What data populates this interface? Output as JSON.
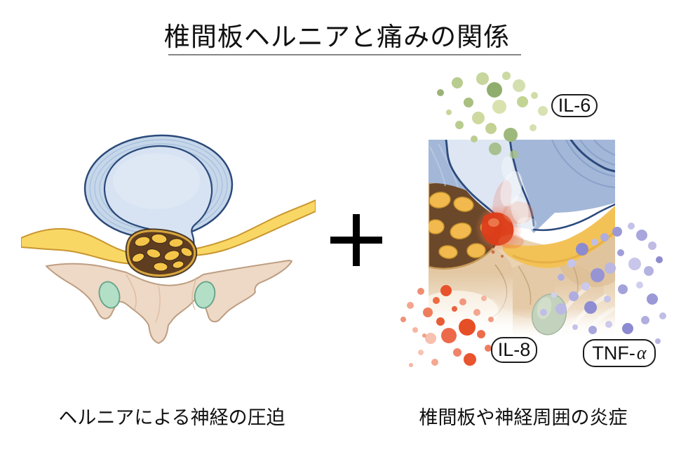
{
  "title": {
    "text": "椎間板ヘルニアと痛みの関係"
  },
  "separator": {
    "symbol": "+",
    "icon": "plus-icon"
  },
  "left_panel": {
    "caption": "ヘルニアによる神経の圧迫",
    "illustration": "vertebra-cross-section-disc-herniation-compressing-nerve"
  },
  "right_panel": {
    "caption": "椎間板や神経周囲の炎症",
    "illustration": "inflamed-disc-herniation-closeup-watercolor",
    "cytokine_labels": {
      "il6": "IL-6",
      "il8": "IL-8",
      "tnf_prefix": "TNF-",
      "tnf_alpha": "α"
    }
  },
  "colors": {
    "disc_annulus_blue": "#c6d7ea",
    "disc_outline_navy": "#2b4a7a",
    "nucleus_blue": "#d7e3f2",
    "nerve_yellow": "#f9d765",
    "nerve_outline_gold": "#c8962e",
    "dural_sac_brown": "#5f3d20",
    "nerve_rootlet_yellow": "#f5c549",
    "bone_beige": "#eed8c6",
    "facet_green": "#b2dfc6",
    "inflammation_red": "#dc3c18",
    "il6_dot_green": "#9db87b",
    "il8_dot_red": "#e8552e",
    "tnf_dot_purple": "#9694d4",
    "underline_gray": "#868686"
  }
}
